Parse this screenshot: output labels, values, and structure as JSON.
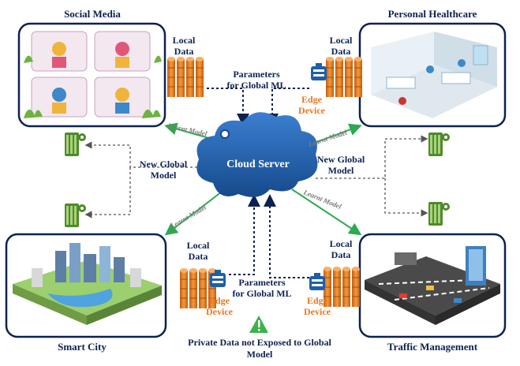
{
  "panels": {
    "social_media": "Social Media",
    "personal_healthcare": "Personal Healthcare",
    "smart_city": "Smart City",
    "traffic_management": "Traffic Management"
  },
  "local_data": {
    "line1": "Local",
    "line2": "Data"
  },
  "edge_device": {
    "line1": "Edge",
    "line2": "Device"
  },
  "params_global_ml": {
    "line1": "Parameters",
    "line2": "for Global ML"
  },
  "cloud_server": "Cloud Server",
  "new_global_model": {
    "line1": "New Global",
    "line2": "Model"
  },
  "learnt_model": "Learnt Model",
  "private_note": {
    "line1": "Private Data not Exposed to Global",
    "line2": "Model"
  },
  "colors": {
    "navy": "#0d2150",
    "cloud": "#1f5fa8",
    "orange": "#e87722",
    "green_arrow": "#2fa84f",
    "server_green": "#4f8a2b"
  }
}
